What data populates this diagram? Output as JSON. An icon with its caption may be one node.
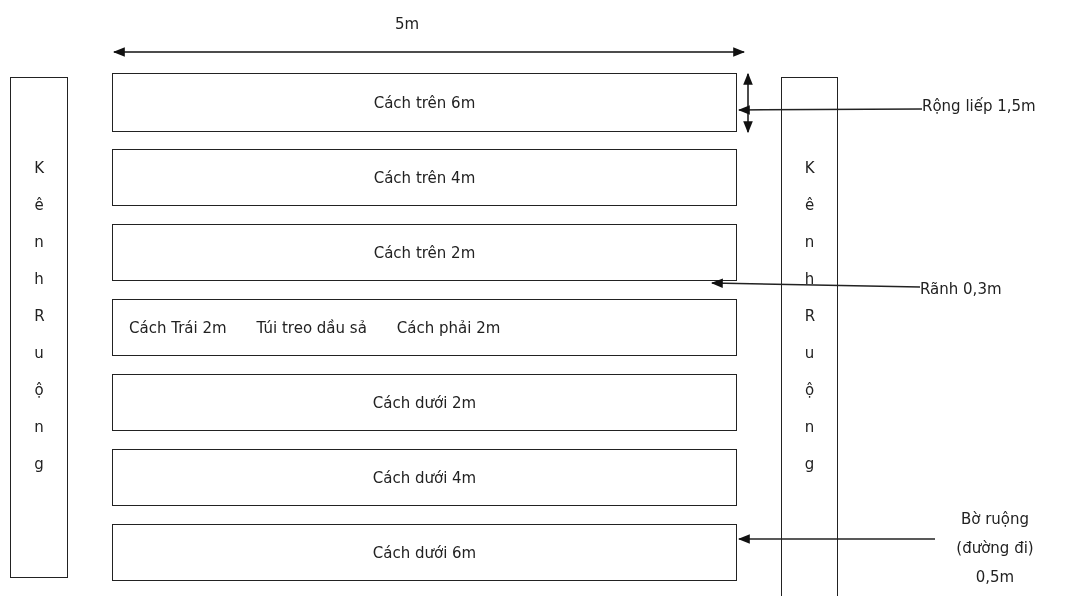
{
  "diagram": {
    "nodes": [
      {
        "text": [
          "Kênh Ruộng"
        ]
      },
      {
        "text": [
          "Cách trên 6m"
        ]
      },
      {
        "text": [
          "Cách trên 4m"
        ]
      },
      {
        "text": [
          "Cách trên 2m"
        ]
      },
      {
        "text": [
          "Cách Trái 2m",
          "Túi treo dầu sả",
          "Cách phải 2m"
        ]
      },
      {
        "text": [
          "Cách dưới 2m"
        ]
      },
      {
        "text": [
          "Cách dưới 4m"
        ]
      },
      {
        "text": [
          "Cách dưới 6m"
        ]
      },
      {
        "text": [
          "Kênh Ruộng"
        ]
      },
      {
        "text": [
          "Rộng liếp 1,5m"
        ]
      },
      {
        "text": [
          "Rãnh 0,3m"
        ]
      },
      {
        "text": [
          "Bờ ruộng (đường đi) 0,5m"
        ]
      }
    ],
    "edges": [
      {
        "from": 9,
        "to": 1,
        "arrow": "to"
      },
      {
        "from": 10,
        "to": 3,
        "arrow": "to"
      },
      {
        "from": 11,
        "to": 7,
        "arrow": "to"
      }
    ],
    "labels": [
      "5m"
    ]
  }
}
